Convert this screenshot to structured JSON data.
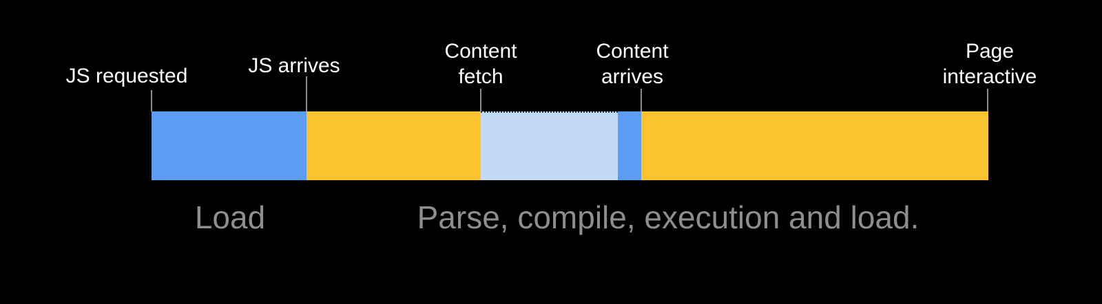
{
  "timeline": {
    "milestones": [
      {
        "name": "js-requested",
        "line1": "JS requested",
        "line2": ""
      },
      {
        "name": "js-arrives",
        "line1": "JS arrives",
        "line2": ""
      },
      {
        "name": "content-fetch",
        "line1": "Content",
        "line2": "fetch"
      },
      {
        "name": "content-arrives",
        "line1": "Content",
        "line2": "arrives"
      },
      {
        "name": "page-interactive",
        "line1": "Page",
        "line2": "interactive"
      }
    ],
    "segments": [
      {
        "name": "load",
        "color": "#5C9DF4"
      },
      {
        "name": "parse-before-fetch",
        "color": "#FBC42C"
      },
      {
        "name": "content-fetch",
        "color": "#C3D9F8"
      },
      {
        "name": "content-arrives",
        "color": "#5C9DF4"
      },
      {
        "name": "parse-after-arrival",
        "color": "#FBC42C"
      }
    ],
    "phases": [
      {
        "name": "load-phase",
        "label": "Load"
      },
      {
        "name": "parse-phase",
        "label": "Parse, compile, execution and load."
      }
    ],
    "colors": {
      "background": "#000000",
      "milestone_text": "#FFFFFF",
      "phase_text": "#8E8E8E",
      "tick": "#8C8C8C"
    }
  }
}
